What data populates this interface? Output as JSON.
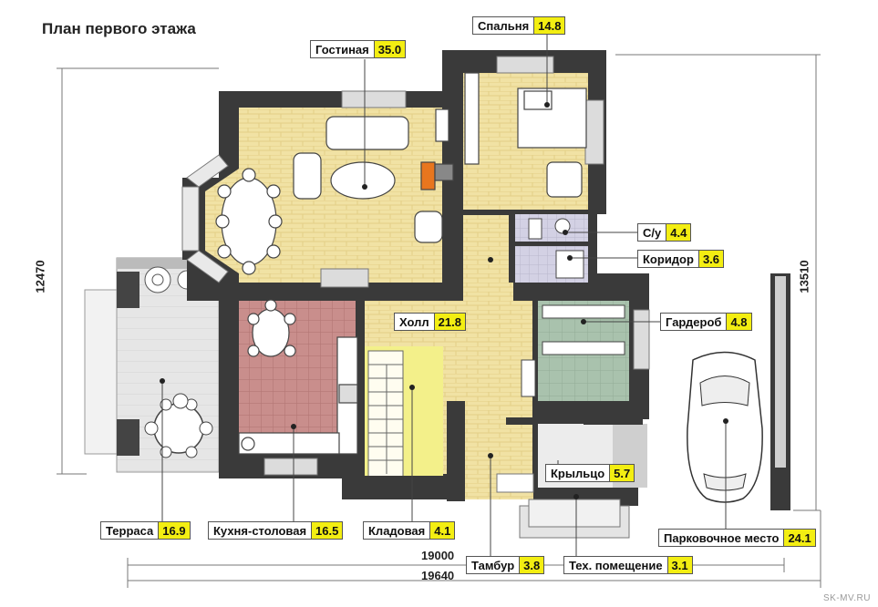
{
  "title": "План первого этажа",
  "rooms": [
    {
      "key": "living",
      "name": "Гостиная",
      "area": "35.0"
    },
    {
      "key": "bedroom",
      "name": "Спальня",
      "area": "14.8"
    },
    {
      "key": "wc",
      "name": "С/у",
      "area": "4.4"
    },
    {
      "key": "corridor",
      "name": "Коридор",
      "area": "3.6"
    },
    {
      "key": "wardrobe",
      "name": "Гардероб",
      "area": "4.8"
    },
    {
      "key": "hall",
      "name": "Холл",
      "area": "21.8"
    },
    {
      "key": "porch",
      "name": "Крыльцо",
      "area": "5.7"
    },
    {
      "key": "terrace",
      "name": "Терраса",
      "area": "16.9"
    },
    {
      "key": "kitchen",
      "name": "Кухня-столовая",
      "area": "16.5"
    },
    {
      "key": "pantry",
      "name": "Кладовая",
      "area": "4.1"
    },
    {
      "key": "parking",
      "name": "Парковочное место",
      "area": "24.1"
    },
    {
      "key": "vestibule",
      "name": "Тамбур",
      "area": "3.8"
    },
    {
      "key": "tech",
      "name": "Тех. помещение",
      "area": "3.1"
    }
  ],
  "dimensions": {
    "left": "12470",
    "right": "13510",
    "bottom_inner": "19000",
    "bottom_outer": "19640"
  },
  "watermark": "SK-MV.RU"
}
